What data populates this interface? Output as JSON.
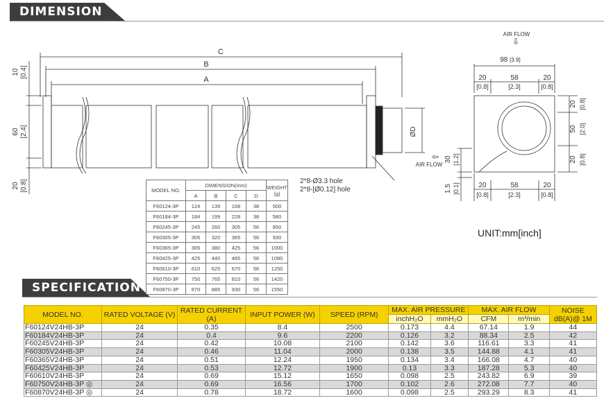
{
  "headers": {
    "dimension": "DIMENSION",
    "specification": "SPECIFICATION"
  },
  "drawing": {
    "labels": {
      "c": "C",
      "b": "B",
      "a": "A",
      "od": "ØD",
      "airflow_top": "AIR FLOW",
      "airflow_side": "AIR FLOW"
    },
    "left_dims": [
      {
        "mm": "10",
        "inch": "[0.4]"
      },
      {
        "mm": "60",
        "inch": "[2.4]"
      },
      {
        "mm": "20",
        "inch": "[0.8]"
      }
    ],
    "right": {
      "width_mm": "98",
      "width_in": "[3.9]",
      "top": [
        {
          "mm": "20",
          "inch": "[0.8]"
        },
        {
          "mm": "58",
          "inch": "[2.3]"
        },
        {
          "mm": "20",
          "inch": "[0.8]"
        }
      ],
      "bottom": [
        {
          "mm": "20",
          "inch": "[0.8]"
        },
        {
          "mm": "58",
          "inch": "[2.3]"
        },
        {
          "mm": "20",
          "inch": "[0.8]"
        }
      ],
      "side": [
        {
          "mm": "20",
          "inch": "[0.8]"
        },
        {
          "mm": "50",
          "inch": "[2.0]"
        },
        {
          "mm": "20",
          "inch": "[0.8]"
        }
      ],
      "left_side": [
        {
          "mm": "30",
          "inch": "[1.2]"
        },
        {
          "mm": "1.5",
          "inch": "[0.1]"
        }
      ]
    },
    "holes": [
      "2*8-Ø3.3 hole",
      "2*8-[Ø0.12] hole"
    ],
    "unit": "UNIT:mm[inch]"
  },
  "dim_table": {
    "h_model": "MODEL NO.",
    "h_dimension": "DIMENSION(mm)",
    "h_weight": "WEIGHT",
    "h_weight_unit": "(g)",
    "cols": [
      "A",
      "B",
      "C",
      "D"
    ],
    "rows": [
      [
        "F60124-3P",
        "124",
        "139",
        "168",
        "38",
        "500"
      ],
      [
        "F60184-3P",
        "184",
        "199",
        "228",
        "38",
        "580"
      ],
      [
        "F60245-3P",
        "245",
        "260",
        "305",
        "56",
        "850"
      ],
      [
        "F60305-3P",
        "305",
        "320",
        "365",
        "56",
        "930"
      ],
      [
        "F60365-3P",
        "365",
        "380",
        "425",
        "56",
        "1000"
      ],
      [
        "F60425-3P",
        "425",
        "440",
        "485",
        "56",
        "1080"
      ],
      [
        "F60610-3P",
        "610",
        "625",
        "670",
        "56",
        "1250"
      ],
      [
        "F60750-3P",
        "750",
        "765",
        "810",
        "56",
        "1420"
      ],
      [
        "F60870-3P",
        "870",
        "885",
        "930",
        "56",
        "1550"
      ]
    ]
  },
  "spec_table": {
    "h_model": "MODEL NO.",
    "h_voltage": "RATED VOLTAGE (V)",
    "h_current": "RATED CURRENT (A)",
    "h_power": "INPUT POWER (W)",
    "h_speed": "SPEED (RPM)",
    "h_pressure": "MAX. AIR PRESSURE",
    "h_flow": "MAX. AIR FLOW",
    "h_noise": "NOISE dB(A)@ 1M",
    "sub": [
      "inchH₂O",
      "mmH₂O",
      "CFM",
      "m³/min"
    ],
    "rows": [
      [
        "F60124V24HB-3P",
        "24",
        "0.35",
        "8.4",
        "2500",
        "0.173",
        "4.4",
        "67.14",
        "1.9",
        "44"
      ],
      [
        "F60184V24HB-3P",
        "24",
        "0.4",
        "9.6",
        "2200",
        "0.126",
        "3.2",
        "88.34",
        "2.5",
        "42"
      ],
      [
        "F60245V24HB-3P",
        "24",
        "0.42",
        "10.08",
        "2100",
        "0.142",
        "3.6",
        "116.61",
        "3.3",
        "41"
      ],
      [
        "F60305V24HB-3P",
        "24",
        "0.46",
        "11.04",
        "2000",
        "0.138",
        "3.5",
        "144.88",
        "4.1",
        "41"
      ],
      [
        "F60365V24HB-3P",
        "24",
        "0.51",
        "12.24",
        "1950",
        "0.134",
        "3.4",
        "166.08",
        "4.7",
        "40"
      ],
      [
        "F60425V24HB-3P",
        "24",
        "0.53",
        "12.72",
        "1900",
        "0.13",
        "3.3",
        "187.28",
        "5.3",
        "40"
      ],
      [
        "F60610V24HB-3P",
        "24",
        "0.69",
        "15.12",
        "1650",
        "0.098",
        "2.5",
        "243.82",
        "6.9",
        "39"
      ],
      [
        "F60750V24HB-3P ◎",
        "24",
        "0.69",
        "16.56",
        "1700",
        "0.102",
        "2.6",
        "272.08",
        "7.7",
        "40"
      ],
      [
        "F60870V24HB-3P ◎",
        "24",
        "0.78",
        "18.72",
        "1600",
        "0.098",
        "2.5",
        "293.29",
        "8.3",
        "41"
      ]
    ]
  }
}
